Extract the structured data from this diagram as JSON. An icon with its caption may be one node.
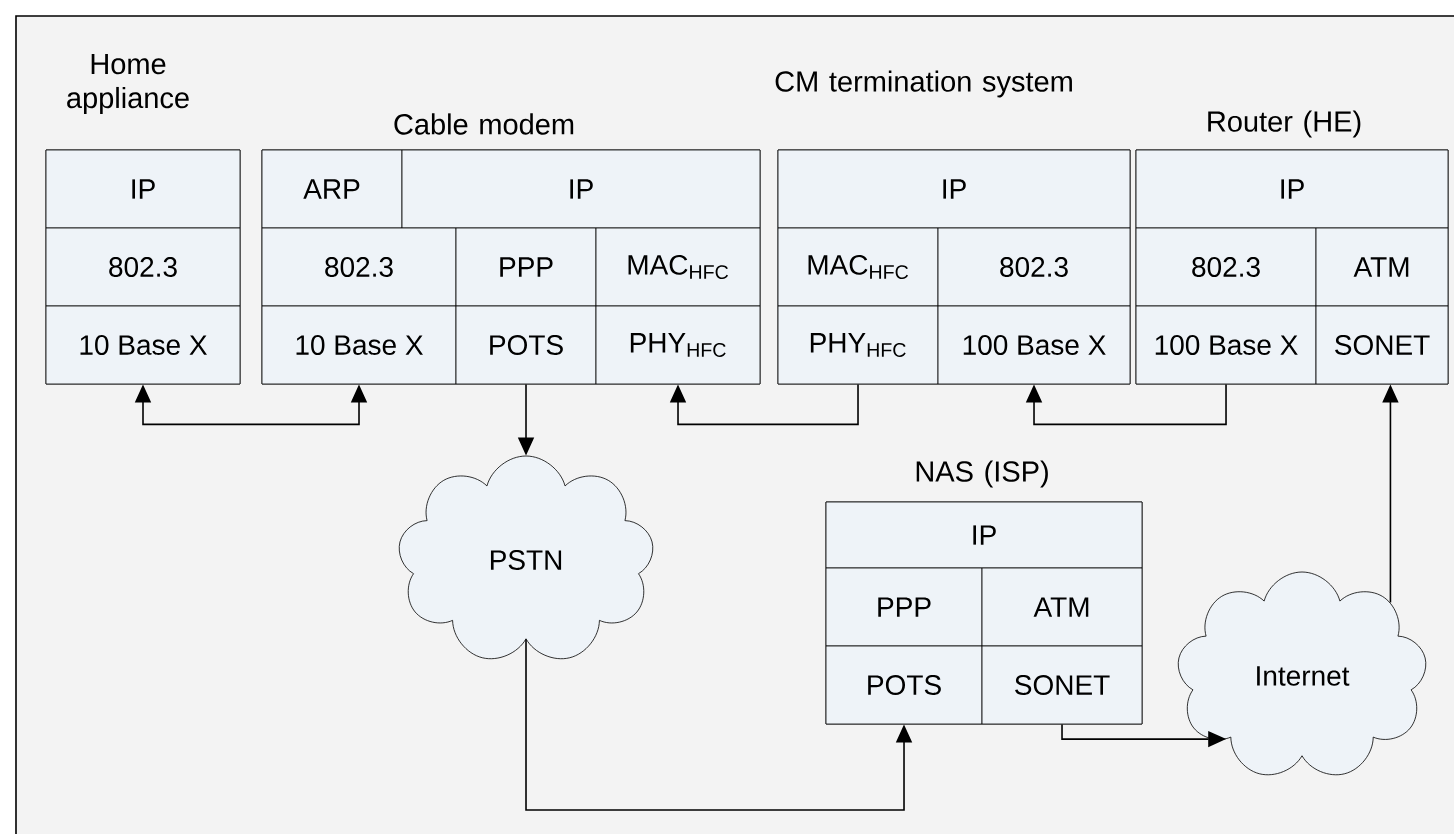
{
  "diagram": {
    "nodes": [
      {
        "text": [
          "Home appliance"
        ]
      },
      {
        "text": [
          "IP"
        ],
        "in": 0
      },
      {
        "text": [
          "802.3"
        ],
        "in": 0
      },
      {
        "text": [
          "10 Base X"
        ],
        "in": 0
      },
      {
        "text": [
          "Cable modem"
        ]
      },
      {
        "text": [
          "ARP"
        ],
        "in": 4
      },
      {
        "text": [
          "IP"
        ],
        "in": 4
      },
      {
        "text": [
          "802.3"
        ],
        "in": 4
      },
      {
        "text": [
          "PPP"
        ],
        "in": 4
      },
      {
        "text": [
          "MAC$_{HFC}$"
        ],
        "in": 4
      },
      {
        "text": [
          "10 Base X"
        ],
        "in": 4
      },
      {
        "text": [
          "POTS"
        ],
        "in": 4
      },
      {
        "text": [
          "PHY$_{HFC}$"
        ],
        "in": 4
      },
      {
        "text": [
          "CM termination system"
        ]
      },
      {
        "text": [
          "IP"
        ],
        "in": 13
      },
      {
        "text": [
          "MAC$_{HFC}$"
        ],
        "in": 13
      },
      {
        "text": [
          "802.3"
        ],
        "in": 13
      },
      {
        "text": [
          "PHY$_{HFC}$"
        ],
        "in": 13
      },
      {
        "text": [
          "100 Base X"
        ],
        "in": 13
      },
      {
        "text": [
          "Router (HE)"
        ]
      },
      {
        "text": [
          "IP"
        ],
        "in": 19
      },
      {
        "text": [
          "802.3"
        ],
        "in": 19
      },
      {
        "text": [
          "ATM"
        ],
        "in": 19
      },
      {
        "text": [
          "100 Base X"
        ],
        "in": 19
      },
      {
        "text": [
          "SONET"
        ],
        "in": 19
      },
      {
        "text": [
          "PSTN"
        ]
      },
      {
        "text": [
          "NAS (ISP)"
        ]
      },
      {
        "text": [
          "IP"
        ],
        "in": 26
      },
      {
        "text": [
          "PPP"
        ],
        "in": 26
      },
      {
        "text": [
          "ATM"
        ],
        "in": 26
      },
      {
        "text": [
          "POTS"
        ],
        "in": 26
      },
      {
        "text": [
          "SONET"
        ],
        "in": 26
      },
      {
        "text": [
          "Internet"
        ]
      }
    ],
    "edges": [
      {
        "from": 3,
        "to": 10,
        "arrow": "both"
      },
      {
        "from": 11,
        "to": 25,
        "arrow": "to"
      },
      {
        "from": 17,
        "to": 12,
        "arrow": "to"
      },
      {
        "from": 23,
        "to": 18,
        "arrow": "to"
      },
      {
        "from": 25,
        "to": 30,
        "arrow": "to"
      },
      {
        "from": 31,
        "to": 32,
        "arrow": "to"
      },
      {
        "from": 32,
        "to": 24,
        "arrow": "to"
      }
    ]
  }
}
